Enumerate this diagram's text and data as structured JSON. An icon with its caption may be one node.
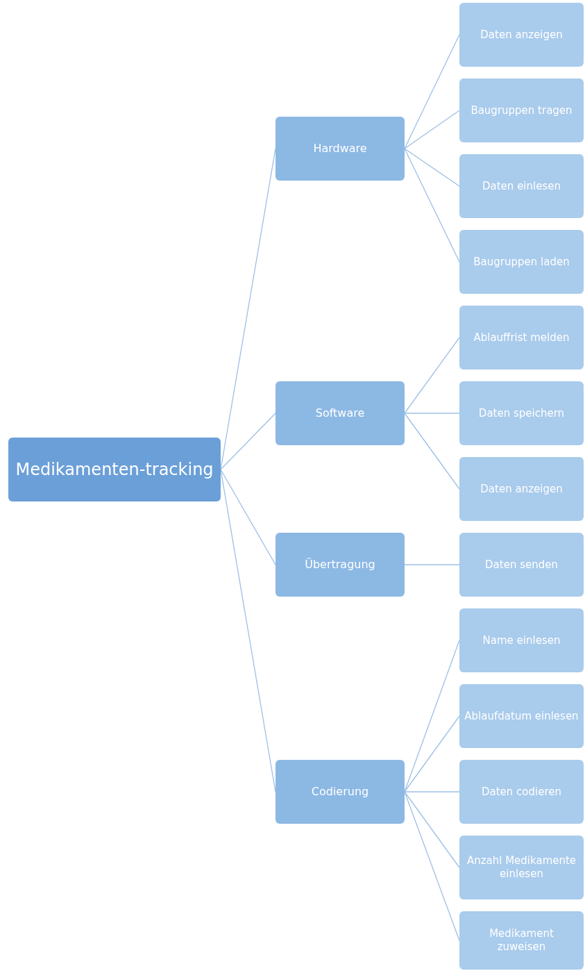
{
  "diagram": {
    "nodes": [
      {
        "text": [
          "Medikamenten-tracking"
        ]
      },
      {
        "text": [
          "Hardware"
        ]
      },
      {
        "text": [
          "Daten anzeigen"
        ]
      },
      {
        "text": [
          "Baugruppen tragen"
        ]
      },
      {
        "text": [
          "Daten einlesen"
        ]
      },
      {
        "text": [
          "Baugruppen laden"
        ]
      },
      {
        "text": [
          "Software"
        ]
      },
      {
        "text": [
          "Ablauffrist melden"
        ]
      },
      {
        "text": [
          "Daten speichern"
        ]
      },
      {
        "text": [
          "Daten anzeigen"
        ]
      },
      {
        "text": [
          "Übertragung"
        ]
      },
      {
        "text": [
          "Daten senden"
        ]
      },
      {
        "text": [
          "Codierung"
        ]
      },
      {
        "text": [
          "Name einlesen"
        ]
      },
      {
        "text": [
          "Ablaufdatum einlesen"
        ]
      },
      {
        "text": [
          "Daten codieren"
        ]
      },
      {
        "text": [
          "Anzahl Medikamente einlesen"
        ]
      },
      {
        "text": [
          "Medikament zuweisen"
        ]
      }
    ],
    "edges": [
      {
        "from": 0,
        "to": 1,
        "arrow": "none"
      },
      {
        "from": 0,
        "to": 6,
        "arrow": "none"
      },
      {
        "from": 0,
        "to": 10,
        "arrow": "none"
      },
      {
        "from": 0,
        "to": 12,
        "arrow": "none"
      },
      {
        "from": 1,
        "to": 2,
        "arrow": "none"
      },
      {
        "from": 1,
        "to": 3,
        "arrow": "none"
      },
      {
        "from": 1,
        "to": 4,
        "arrow": "none"
      },
      {
        "from": 1,
        "to": 5,
        "arrow": "none"
      },
      {
        "from": 6,
        "to": 7,
        "arrow": "none"
      },
      {
        "from": 6,
        "to": 8,
        "arrow": "none"
      },
      {
        "from": 6,
        "to": 9,
        "arrow": "none"
      },
      {
        "from": 10,
        "to": 11,
        "arrow": "none"
      },
      {
        "from": 12,
        "to": 13,
        "arrow": "none"
      },
      {
        "from": 12,
        "to": 14,
        "arrow": "none"
      },
      {
        "from": 12,
        "to": 15,
        "arrow": "none"
      },
      {
        "from": 12,
        "to": 16,
        "arrow": "none"
      },
      {
        "from": 12,
        "to": 17,
        "arrow": "none"
      }
    ]
  }
}
